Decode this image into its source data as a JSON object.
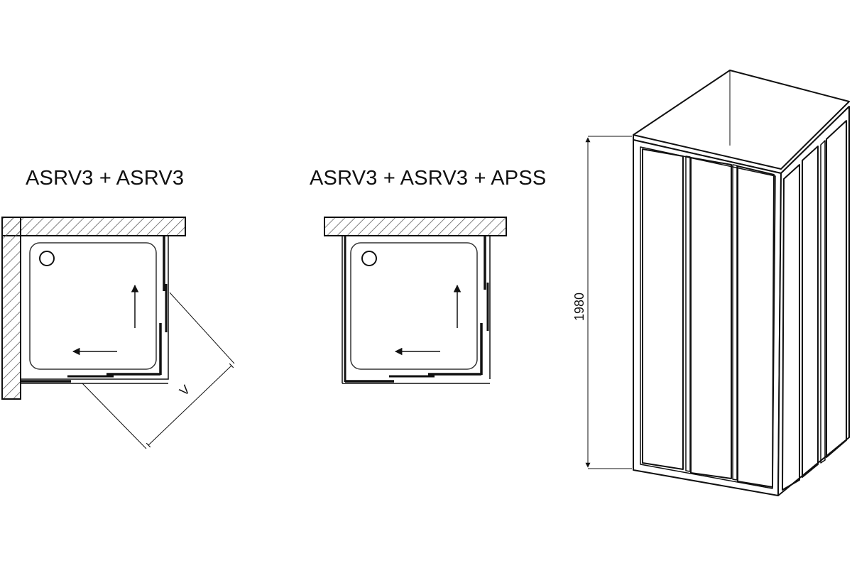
{
  "diagrams": {
    "left": {
      "label": "ASRV3 + ASRV3",
      "dimension_label": "V"
    },
    "middle": {
      "label": "ASRV3 + ASRV3 + APSS"
    },
    "right": {
      "height_label": "1980"
    }
  },
  "colors": {
    "stroke": "#111111",
    "hatch": "#555555",
    "background": "#ffffff"
  }
}
